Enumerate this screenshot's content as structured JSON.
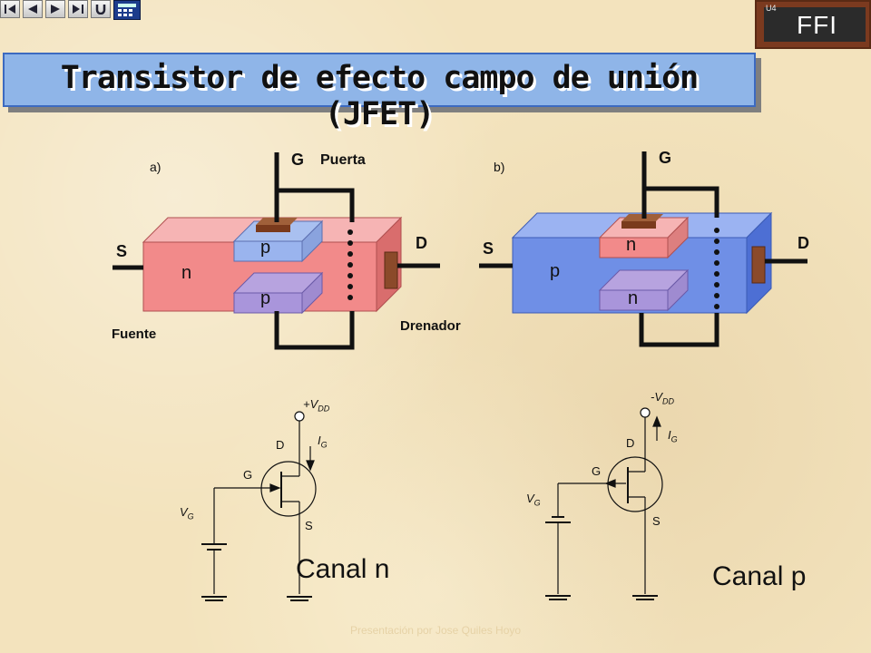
{
  "nav": {
    "buttons": [
      "first-icon",
      "prev-icon",
      "next-icon",
      "last-icon",
      "return-icon",
      "calculator-icon"
    ]
  },
  "badge": {
    "text": "FFI",
    "chip_mark": "U4"
  },
  "title": "Transistor de efecto campo de unión (JFET)",
  "figure_a": {
    "tag": "a)",
    "gate": "G",
    "gate_name": "Puerta",
    "source": "S",
    "source_name": "Fuente",
    "drain": "D",
    "drain_name": "Drenador",
    "channel": "n",
    "region_top": "p",
    "region_bottom": "p"
  },
  "figure_b": {
    "tag": "b)",
    "gate": "G",
    "source": "S",
    "drain": "D",
    "channel": "p",
    "region_top": "n",
    "region_bottom": "n"
  },
  "circuit_n": {
    "supply": "+V",
    "supply_sub": "DD",
    "current": "I",
    "current_sub": "G",
    "d": "D",
    "g": "G",
    "s": "S",
    "vg": "V",
    "vg_sub": "G",
    "caption": "Canal n"
  },
  "circuit_p": {
    "supply": "-V",
    "supply_sub": "DD",
    "current": "I",
    "current_sub": "G",
    "d": "D",
    "g": "G",
    "s": "S",
    "vg": "V",
    "vg_sub": "G",
    "caption": "Canal p"
  },
  "colors": {
    "n_channel": "#f28a8a",
    "p_channel": "#6f8fe6",
    "gate_metal": "#8b4a2a",
    "title_bg": "#8fb5e8"
  },
  "footer": "Presentación por Jose Quiles Hoyo"
}
